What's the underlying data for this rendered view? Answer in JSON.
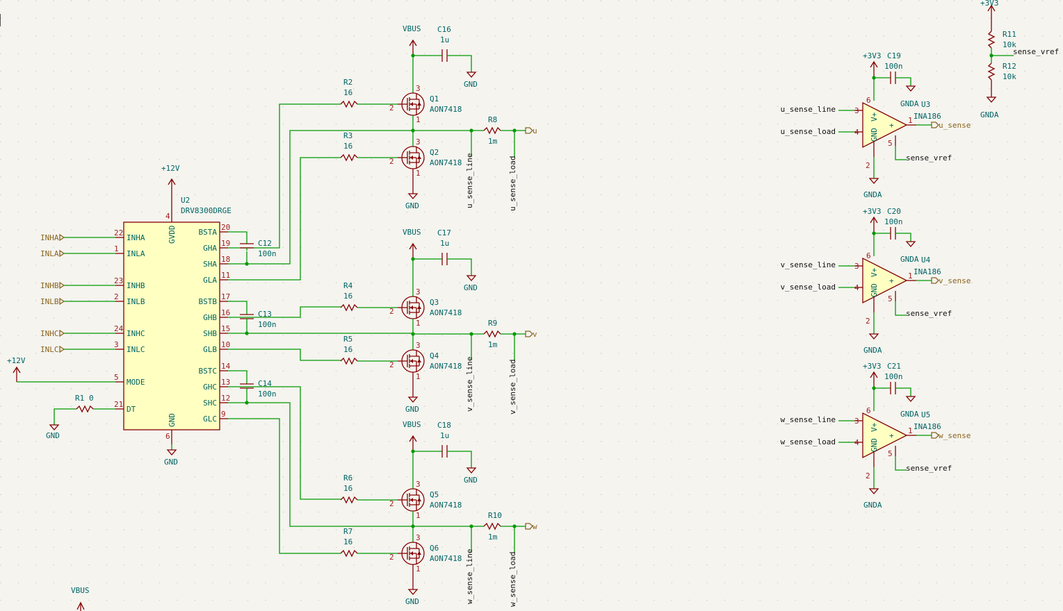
{
  "power": {
    "vbus": "VBUS",
    "gnd": "GND",
    "p12v": "+12V",
    "p3v3": "+3V3",
    "gnda": "GNDA"
  },
  "driver": {
    "ref": "U2",
    "value": "DRV8300DRGE",
    "gvdd_label": "GVDD",
    "gvdd_pin": "4",
    "gnd_label": "GND",
    "gnd_pin": "6",
    "left_pins": [
      {
        "label": "INHA",
        "pin": "22",
        "net": "INHA"
      },
      {
        "label": "INLA",
        "pin": "1",
        "net": "INLA"
      },
      {
        "label": "INHB",
        "pin": "23",
        "net": "INHB"
      },
      {
        "label": "INLB",
        "pin": "2",
        "net": "INLB"
      },
      {
        "label": "INHC",
        "pin": "24",
        "net": "INHC"
      },
      {
        "label": "INLC",
        "pin": "3",
        "net": "INLC"
      },
      {
        "label": "MODE",
        "pin": "5",
        "net": ""
      },
      {
        "label": "DT",
        "pin": "21",
        "net": ""
      }
    ],
    "right_pins": [
      {
        "label": "BSTA",
        "pin": "20"
      },
      {
        "label": "GHA",
        "pin": "19"
      },
      {
        "label": "SHA",
        "pin": "18"
      },
      {
        "label": "GLA",
        "pin": "11"
      },
      {
        "label": "BSTB",
        "pin": "17"
      },
      {
        "label": "GHB",
        "pin": "16"
      },
      {
        "label": "SHB",
        "pin": "15"
      },
      {
        "label": "GLB",
        "pin": "10"
      },
      {
        "label": "BSTC",
        "pin": "14"
      },
      {
        "label": "GHC",
        "pin": "13"
      },
      {
        "label": "SHC",
        "pin": "12"
      },
      {
        "label": "GLC",
        "pin": "9"
      }
    ]
  },
  "r1": {
    "ref": "R1",
    "value": "0"
  },
  "boot_caps": [
    {
      "ref": "C12",
      "value": "100n"
    },
    {
      "ref": "C13",
      "value": "100n"
    },
    {
      "ref": "C14",
      "value": "100n"
    }
  ],
  "phases": [
    {
      "bus_cap": {
        "ref": "C16",
        "value": "1u"
      },
      "r_high": {
        "ref": "R2",
        "value": "16"
      },
      "r_low": {
        "ref": "R3",
        "value": "16"
      },
      "q_high": {
        "ref": "Q1",
        "value": "AON7418"
      },
      "q_low": {
        "ref": "Q2",
        "value": "AON7418"
      },
      "shunt": {
        "ref": "R8",
        "value": "1m"
      },
      "out": "u",
      "line_net": "u_sense_line",
      "load_net": "u_sense_load"
    },
    {
      "bus_cap": {
        "ref": "C17",
        "value": "1u"
      },
      "r_high": {
        "ref": "R4",
        "value": "16"
      },
      "r_low": {
        "ref": "R5",
        "value": "16"
      },
      "q_high": {
        "ref": "Q3",
        "value": "AON7418"
      },
      "q_low": {
        "ref": "Q4",
        "value": "AON7418"
      },
      "shunt": {
        "ref": "R9",
        "value": "1m"
      },
      "out": "v",
      "line_net": "v_sense_line",
      "load_net": "v_sense_load"
    },
    {
      "bus_cap": {
        "ref": "C18",
        "value": "1u"
      },
      "r_high": {
        "ref": "R6",
        "value": "16"
      },
      "r_low": {
        "ref": "R7",
        "value": "16"
      },
      "q_high": {
        "ref": "Q5",
        "value": "AON7418"
      },
      "q_low": {
        "ref": "Q6",
        "value": "AON7418"
      },
      "shunt": {
        "ref": "R10",
        "value": "1m"
      },
      "out": "w",
      "line_net": "w_sense_line",
      "load_net": "w_sense_load"
    }
  ],
  "mosfet_pins": {
    "gate": "2",
    "drain": "3",
    "source": "1"
  },
  "amps": [
    {
      "ref": "U3",
      "value": "INA186",
      "cap_ref": "C19",
      "cap_value": "100n",
      "in_pos": "u_sense_line",
      "in_neg": "u_sense_load",
      "out": "u_sense",
      "vref": "sense_vref"
    },
    {
      "ref": "U4",
      "value": "INA186",
      "cap_ref": "C20",
      "cap_value": "100n",
      "in_pos": "v_sense_line",
      "in_neg": "v_sense_load",
      "out": "v_sense",
      "vref": "sense_vref"
    },
    {
      "ref": "U5",
      "value": "INA186",
      "cap_ref": "C21",
      "cap_value": "100n",
      "in_pos": "w_sense_line",
      "in_neg": "w_sense_load",
      "out": "w_sense",
      "vref": "sense_vref"
    }
  ],
  "amp_labels": {
    "gnd": "GND",
    "vplus": "V+",
    "pin_in_pos": "3",
    "pin_in_neg": "4",
    "pin_gnd": "2",
    "pin_vplus": "6",
    "pin_out": "1",
    "pin_ref": "5"
  },
  "divider": {
    "r_top": {
      "ref": "R11",
      "value": "10k"
    },
    "r_bot": {
      "ref": "R12",
      "value": "10k"
    },
    "net": "sense_vref"
  }
}
